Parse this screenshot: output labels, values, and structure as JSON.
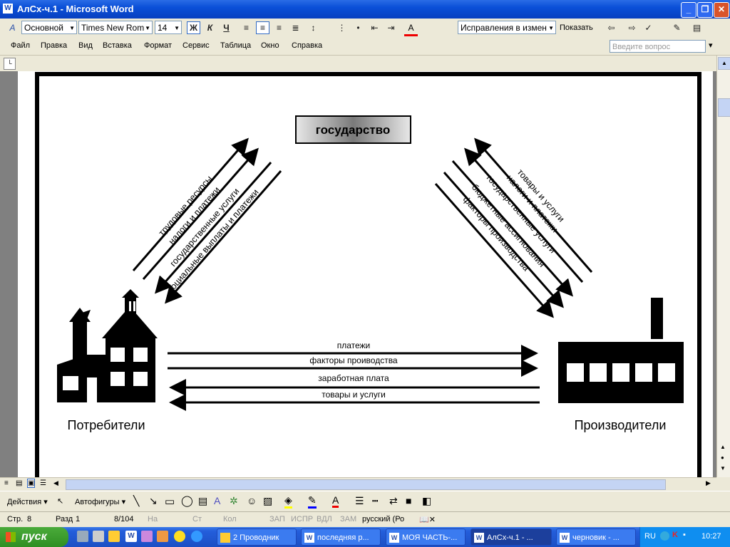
{
  "window": {
    "title": "АлСх-ч.1 - Microsoft Word",
    "minimize": "_",
    "restore": "❐",
    "close": "✕"
  },
  "toolbar": {
    "style": "Основной",
    "font": "Times New Rom",
    "size": "14",
    "bold": "Ж",
    "italic": "К",
    "underline": "Ч",
    "track_changes": "Исправления в измен",
    "show": "Показать"
  },
  "menu": [
    "Файл",
    "Правка",
    "Вид",
    "Вставка",
    "Формат",
    "Сервис",
    "Таблица",
    "Окно",
    "Справка"
  ],
  "help_placeholder": "Введите вопрос",
  "diagram": {
    "state": "государство",
    "consumers": "Потребители",
    "producers": "Производители",
    "left_arrows": [
      "трудовые ресурсы",
      "налоги и платежи",
      "государственные услуги",
      "социальные выплаты и платежи"
    ],
    "right_arrows": [
      "товары и услуги",
      "налоги и платежи",
      "государственные услуги",
      "бюджетные ассигнования",
      "факторы производства"
    ],
    "bottom_arrows": [
      "платежи",
      "факторы проиводства",
      "заработная плата",
      "товары и услуги"
    ]
  },
  "drawing_toolbar": {
    "actions": "Действия",
    "autoshapes": "Автофигуры"
  },
  "status": {
    "page": "Стр.",
    "page_num": "8",
    "section": "Разд",
    "section_num": "1",
    "pages": "8/104",
    "at": "На",
    "line": "Ст",
    "col": "Кол",
    "rec": "ЗАП",
    "trk": "ИСПР",
    "ext": "ВДЛ",
    "ovr": "ЗАМ",
    "lang": "русский (Ро"
  },
  "taskbar": {
    "start": "пуск",
    "tasks": [
      "2 Проводник",
      "последняя р...",
      "МОЯ ЧАСТЬ-...",
      "АлСх-ч.1 - ...",
      "черновик - ..."
    ],
    "lang": "RU",
    "clock": "10:27"
  },
  "colors": {
    "titlebar": "#0a4fd8",
    "taskbar": "#245edb",
    "start": "#2f8f23",
    "accent": "#316ac5"
  }
}
